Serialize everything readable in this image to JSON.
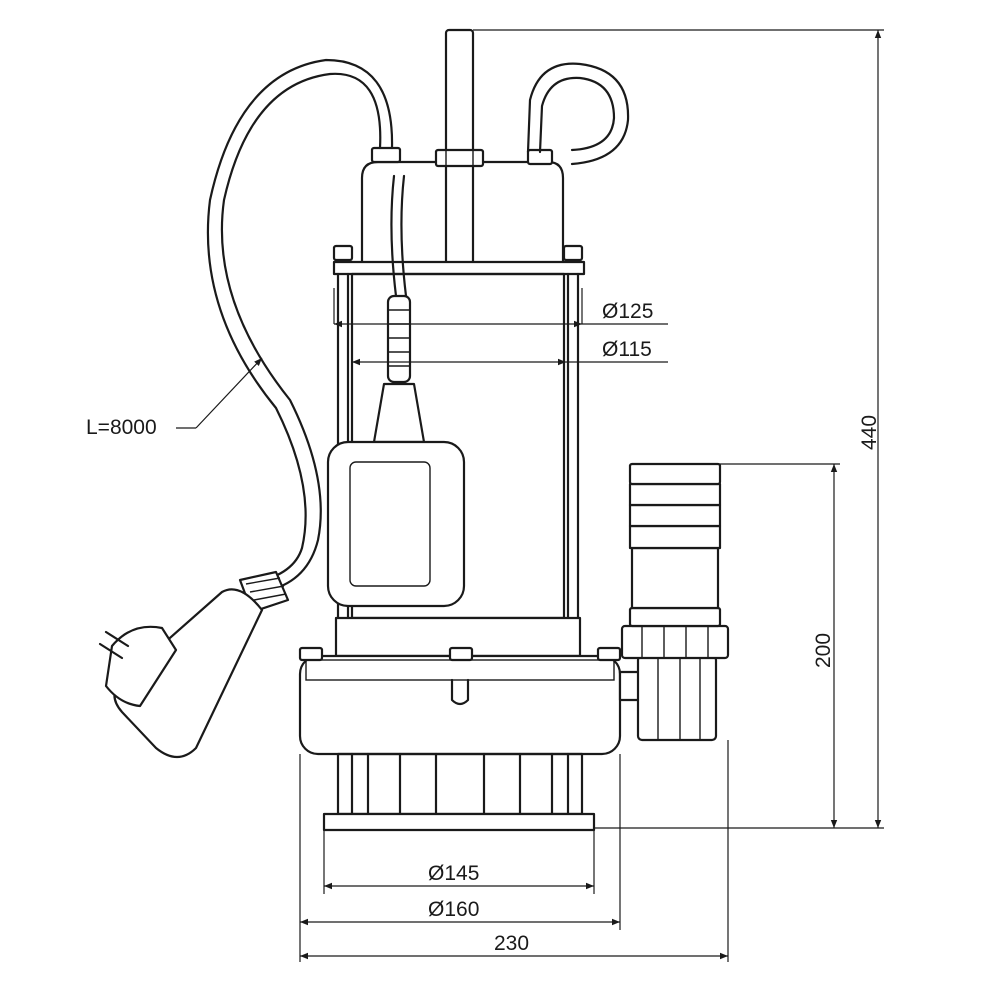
{
  "dimensions": {
    "d125": "Ø125",
    "d115": "Ø115",
    "d145": "Ø145",
    "d160": "Ø160",
    "w230": "230",
    "h440": "440",
    "h200": "200",
    "cable": "L=8000"
  }
}
